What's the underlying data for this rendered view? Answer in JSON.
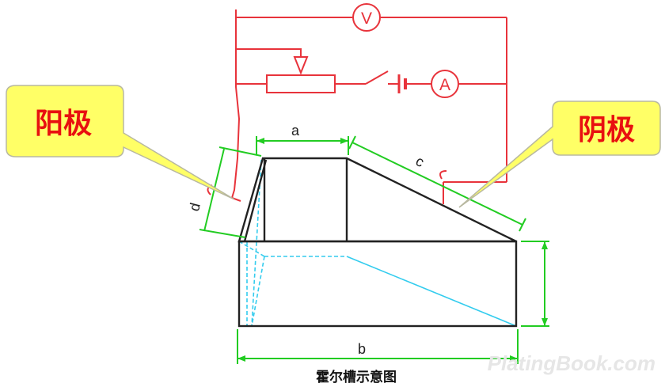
{
  "callouts": {
    "anode": "阳极",
    "cathode": "阴极"
  },
  "meters": {
    "voltmeter": "V",
    "ammeter": "A"
  },
  "dimensions": {
    "a": "a",
    "b": "b",
    "c": "c",
    "d": "d"
  },
  "caption": "霍尔槽示意图",
  "watermark": "PlatingBook.com",
  "colors": {
    "circuit": "#e8333b",
    "dimension": "#22cc22",
    "outline": "#222222",
    "hidden": "#33ccee",
    "callout_fill": "#ffff66",
    "callout_text": "#e81010"
  }
}
